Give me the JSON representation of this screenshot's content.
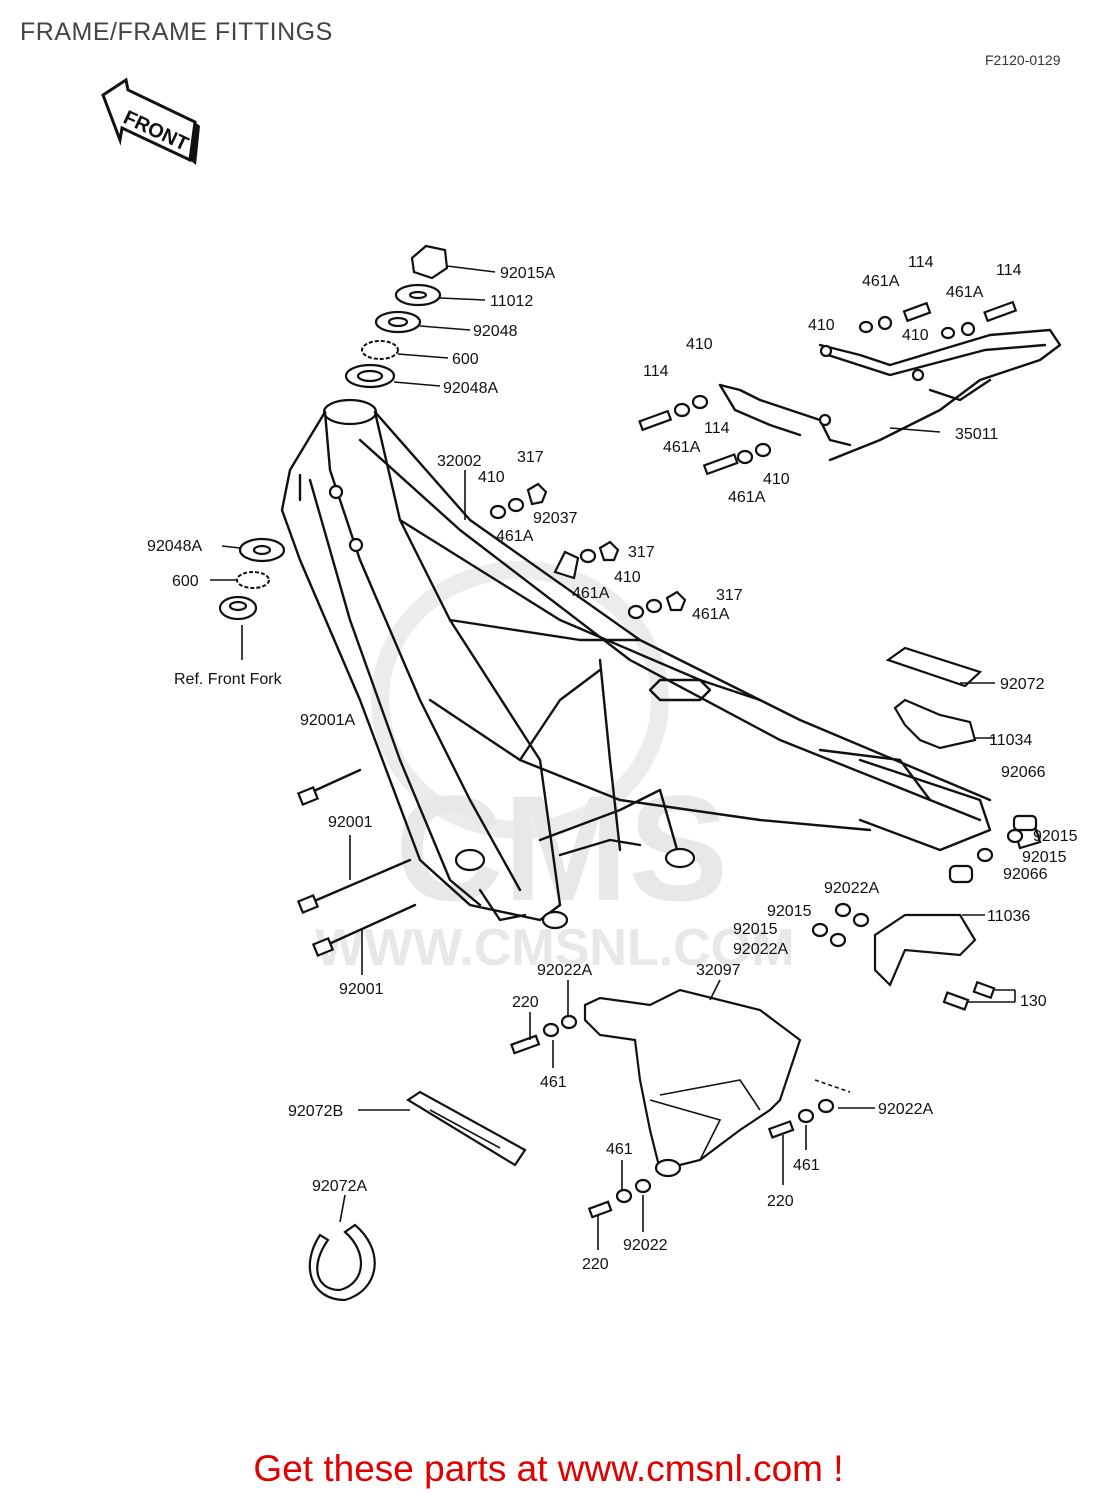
{
  "title": "FRAME/FRAME FITTINGS",
  "diagram_code": "F2120-0129",
  "front_arrow": "FRONT",
  "watermark": {
    "logo": "CMS",
    "url": "WWW.CMSNL.COM"
  },
  "cta": "Get these parts at www.cmsnl.com !",
  "labels": {
    "l01": "92015A",
    "l02": "11012",
    "l03": "92048",
    "l04": "600",
    "l05": "92048A",
    "l06": "32002",
    "l07": "317",
    "l08": "410",
    "l09": "92037",
    "l10": "461A",
    "l11": "317",
    "l12": "461A",
    "l13": "410",
    "l14": "317",
    "l15": "461A",
    "l16": "92048A",
    "l17": "600",
    "l18": "Ref.  Front Fork",
    "l19": "114",
    "l20": "461A",
    "l21": "114",
    "l22": "461A",
    "l23": "410",
    "l24": "410",
    "l25": "410",
    "l26": "114",
    "l27": "461A",
    "l28": "114",
    "l29": "410",
    "l30": "461A",
    "l31": "35011",
    "l32": "92072",
    "l33": "11034",
    "l34": "92066",
    "l35": "92015",
    "l36": "92015",
    "l37": "92066",
    "l38": "92001A",
    "l39": "92001",
    "l40": "92001",
    "l41": "92022A",
    "l42": "92015",
    "l43": "11036",
    "l44": "92015",
    "l45": "92022A",
    "l46": "130",
    "l47": "92022A",
    "l48": "32097",
    "l49": "220",
    "l50": "461",
    "l51": "92072B",
    "l52": "92022A",
    "l53": "461",
    "l54": "220",
    "l55": "461",
    "l56": "92022",
    "l57": "220",
    "l58": "92072A"
  }
}
